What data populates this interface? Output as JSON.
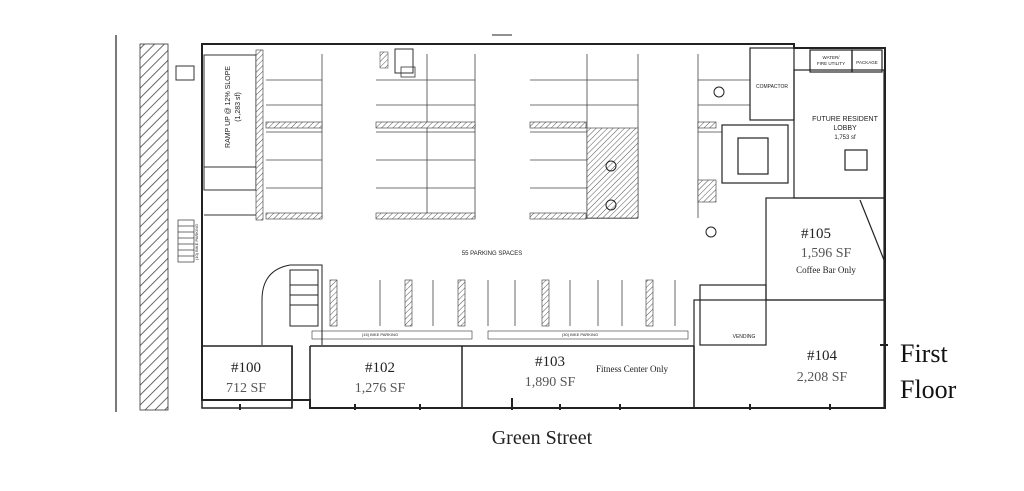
{
  "title": {
    "line1": "First",
    "line2": "Floor"
  },
  "street": "Green Street",
  "colors": {
    "line": "#222222",
    "gray_text": "#555555",
    "hatch": "#555555"
  },
  "parking": {
    "label": "55 PARKING SPACES",
    "bike_left": "(10) BIKE PARKING",
    "bike_mid": "(15) BIKE PARKING",
    "bike_right": "(30) BIKE PARKING",
    "ramp_line1": "RAMP UP @ 12% SLOPE",
    "ramp_line2": "(1,283 sf)"
  },
  "rooms": {
    "compactor": "COMPACTOR",
    "water_line1": "WATER/",
    "water_line2": "FIRE UTILITY",
    "package": "PACKAGE",
    "lobby_line1": "FUTURE RESIDENT",
    "lobby_line2": "LOBBY",
    "lobby_area": "1,753 sf",
    "vending": "VENDING"
  },
  "units": [
    {
      "id": "#100",
      "area": "712 SF",
      "note": ""
    },
    {
      "id": "#102",
      "area": "1,276 SF",
      "note": ""
    },
    {
      "id": "#103",
      "area": "1,890 SF",
      "note": "Fitness Center Only"
    },
    {
      "id": "#104",
      "area": "2,208 SF",
      "note": ""
    },
    {
      "id": "#105",
      "area": "1,596 SF",
      "note": "Coffee Bar Only"
    }
  ]
}
